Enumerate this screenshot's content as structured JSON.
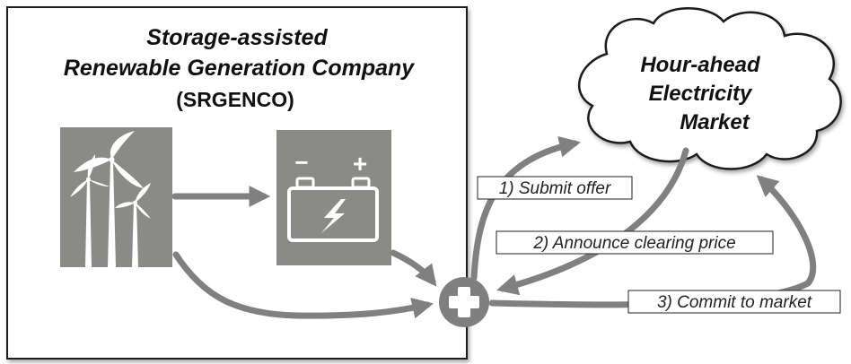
{
  "company": {
    "title_line1": "Storage-assisted",
    "title_line2": "Renewable Generation Company",
    "title_line3": "(SRGENCO)"
  },
  "market": {
    "line1": "Hour-ahead",
    "line2": "Electricity",
    "line3": "Market"
  },
  "steps": {
    "step1": "1) Submit offer",
    "step2": "2) Announce clearing price",
    "step3": "3) Commit to market"
  },
  "battery": {
    "minus": "−",
    "plus": "+"
  },
  "icons": [
    "wind-turbine-icon",
    "battery-icon",
    "plus-icon",
    "cloud-icon"
  ],
  "colors": {
    "arrow": "#808080",
    "icon_tile": "#8a8a86",
    "frame": "#1a1a1a",
    "cloud_fill": "#ffffff",
    "plus_circle": "#7f7f7f"
  }
}
